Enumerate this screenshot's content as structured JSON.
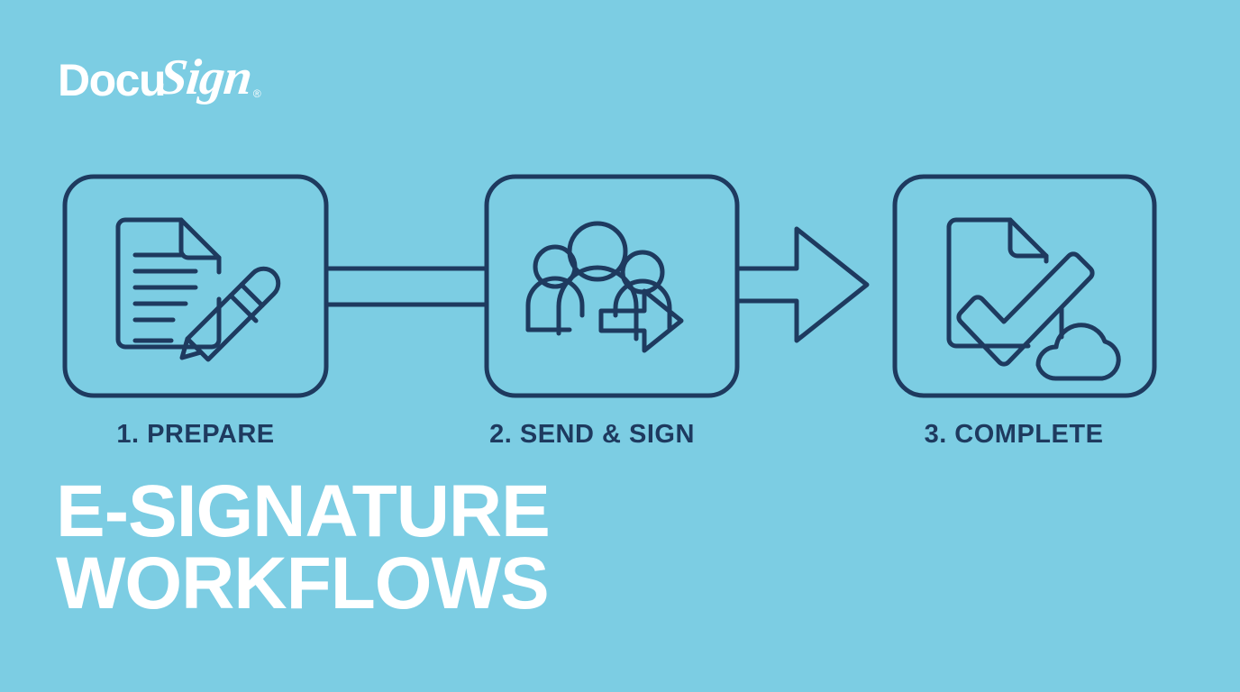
{
  "brand": {
    "logo_part1": "Docu",
    "logo_part2": "Sign",
    "registered_mark": "®",
    "logo_color": "#ffffff"
  },
  "colors": {
    "background": "#7ccde3",
    "ink": "#1e3a5f",
    "headline": "#ffffff"
  },
  "headline": {
    "line1": "E-SIGNATURE",
    "line2": "WORKFLOWS"
  },
  "flow": {
    "steps": [
      {
        "number": "1",
        "label": "1. PREPARE",
        "icon": "document-with-pencil-icon"
      },
      {
        "number": "2",
        "label": "2. SEND & SIGN",
        "icon": "people-group-with-arrow-icon"
      },
      {
        "number": "3",
        "label": "3. COMPLETE",
        "icon": "document-checkmark-cloud-icon"
      }
    ],
    "connectors": [
      {
        "type": "bar-connector",
        "from": "1",
        "to": "2"
      },
      {
        "type": "arrow-connector",
        "from": "2",
        "to": "3"
      }
    ]
  }
}
